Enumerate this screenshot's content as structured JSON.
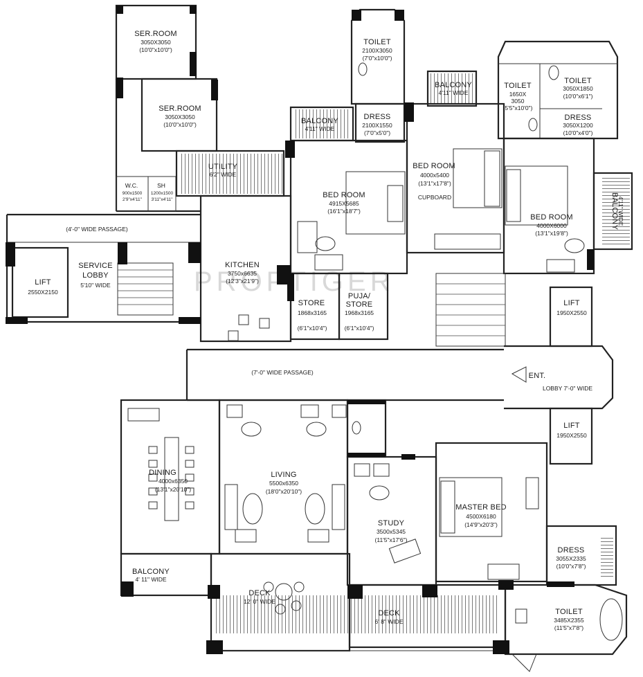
{
  "watermark": "PROPTIGER",
  "rooms": {
    "ser_room_1": {
      "name": "SER.ROOM",
      "dim1": "3050X3050",
      "dim2": "(10'0\"x10'0\")"
    },
    "ser_room_2": {
      "name": "SER.ROOM",
      "dim1": "3050X3050",
      "dim2": "(10'0\"x10'0\")"
    },
    "wc": {
      "name": "W.C.",
      "dim1": "900x1500",
      "dim2": "2'9\"x4'11\""
    },
    "sh": {
      "name": "SH",
      "dim1": "1200x1500",
      "dim2": "3'11\"x4'11\""
    },
    "utility": {
      "name": "UTILITY",
      "dim1": "6'2\" WIDE"
    },
    "toilet_top": {
      "name": "TOILET",
      "dim1": "2100X3050",
      "dim2": "(7'0\"x10'0\")"
    },
    "dress_top": {
      "name": "DRESS",
      "dim1": "2100X1550",
      "dim2": "(7'0\"x5'0\")"
    },
    "balcony_1": {
      "name": "BALCONY",
      "dim1": "4'11\" WIDE"
    },
    "balcony_2": {
      "name": "BALCONY",
      "dim1": "4'11\" WIDE"
    },
    "toilet_small": {
      "name": "TOILET",
      "dim1": "1650X",
      "dim2": "3050",
      "dim3": "(5'5\"x10'0\")"
    },
    "toilet_right": {
      "name": "TOILET",
      "dim1": "3050X1850",
      "dim2": "(10'0\"x6'1\")"
    },
    "dress_right": {
      "name": "DRESS",
      "dim1": "3050X1200",
      "dim2": "(10'0\"x4'0\")"
    },
    "bed_room_1": {
      "name": "BED ROOM",
      "dim1": "4915X5685",
      "dim2": "(16'1\"x18'7\")"
    },
    "bed_room_2": {
      "name": "BED ROOM",
      "dim1": "4000x5400",
      "dim2": "(13'1\"x17'8\")"
    },
    "cupboard": {
      "name": "CUPBOARD"
    },
    "bed_room_3": {
      "name": "BED ROOM",
      "dim1": "4000X6000",
      "dim2": "(13'1\"x19'8\")"
    },
    "balcony_side": {
      "name": "BALCONY",
      "dim1": "4'11\" WIDE"
    },
    "passage_4": {
      "name": "(4'-0\" WIDE PASSAGE)"
    },
    "service_lobby": {
      "name1": "SERVICE",
      "name2": "LOBBY",
      "dim1": "5'10\" WIDE"
    },
    "lift_1": {
      "name": "LIFT",
      "dim1": "2550X2150"
    },
    "kitchen": {
      "name": "KITCHEN",
      "dim1": "3750x6635",
      "dim2": "(12'3\"x21'9\")"
    },
    "store": {
      "name": "STORE",
      "dim1": "1868x3165",
      "dim2": "(6'1\"x10'4\")"
    },
    "puja_store": {
      "name1": "PUJA/",
      "name2": "STORE",
      "dim1": "1968x3165",
      "dim2": "(6'1\"x10'4\")"
    },
    "lift_2": {
      "name": "LIFT",
      "dim1": "1950X2550"
    },
    "passage_7": {
      "name": "(7'-0\" WIDE PASSAGE)"
    },
    "ent": {
      "name": "ENT."
    },
    "lobby": {
      "name": "LOBBY 7'-0\" WIDE"
    },
    "lift_3": {
      "name": "LIFT",
      "dim1": "1950X2550"
    },
    "dining": {
      "name": "DINING",
      "dim1": "4000x6350",
      "dim2": "(13'1\"x20'10\")"
    },
    "living": {
      "name": "LIVING",
      "dim1": "5500x6350",
      "dim2": "(18'0\"x20'10\")"
    },
    "study": {
      "name": "STUDY",
      "dim1": "3500x5345",
      "dim2": "(11'5\"x17'6\")"
    },
    "master_bed": {
      "name": "MASTER BED",
      "dim1": "4500X6180",
      "dim2": "(14'9\"x20'3\")"
    },
    "dress_master": {
      "name": "DRESS",
      "dim1": "3055X2335",
      "dim2": "(10'0\"x7'8\")"
    },
    "balcony_bottom": {
      "name": "BALCONY",
      "dim1": "4' 11\" WIDE"
    },
    "deck_1": {
      "name": "DECK",
      "dim1": "12' 0\" WIDE"
    },
    "deck_2": {
      "name": "DECK",
      "dim1": "6' 8\" WIDE"
    },
    "toilet_master": {
      "name": "TOILET",
      "dim1": "3485X2355",
      "dim2": "(11'5\"x7'8\")"
    }
  }
}
